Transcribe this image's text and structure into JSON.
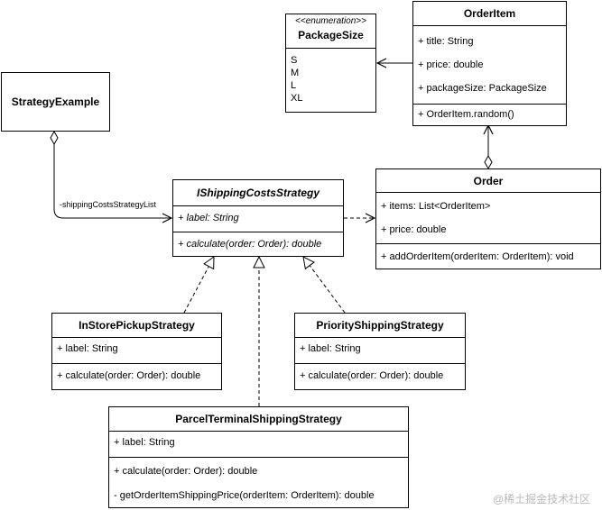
{
  "classes": {
    "strategy_example": {
      "name": "StrategyExample"
    },
    "package_size": {
      "stereotype": "<<enumeration>>",
      "name": "PackageSize",
      "values": [
        "S",
        "M",
        "L",
        "XL"
      ]
    },
    "order_item": {
      "name": "OrderItem",
      "attributes": [
        "+ title: String",
        "+ price: double",
        "+ packageSize: PackageSize"
      ],
      "methods": [
        "+ OrderItem.random()"
      ]
    },
    "order": {
      "name": "Order",
      "attributes": [
        "+ items: List<OrderItem>",
        "+ price: double"
      ],
      "methods": [
        "+ addOrderItem(orderItem: OrderItem): void"
      ]
    },
    "ishipping": {
      "name": "IShippingCostsStrategy",
      "attributes": [
        "+ label: String"
      ],
      "methods": [
        "+ calculate(order: Order): double"
      ]
    },
    "instore": {
      "name": "InStorePickupStrategy",
      "attributes": [
        "+ label: String"
      ],
      "methods": [
        "+ calculate(order: Order): double"
      ]
    },
    "priority": {
      "name": "PriorityShippingStrategy",
      "attributes": [
        "+ label: String"
      ],
      "methods": [
        "+ calculate(order: Order): double"
      ]
    },
    "parcel": {
      "name": "ParcelTerminalShippingStrategy",
      "attributes": [
        "+ label: String"
      ],
      "methods": [
        "+ calculate(order: Order): double",
        "- getOrderItemShippingPrice(orderItem: OrderItem): double"
      ]
    }
  },
  "edge_labels": {
    "strategy_list": "-shippingCostsStrategyList"
  },
  "watermark": "@稀土掘金技术社区",
  "colors": {
    "line": "#000000",
    "watermark": "#b8b8b8"
  }
}
